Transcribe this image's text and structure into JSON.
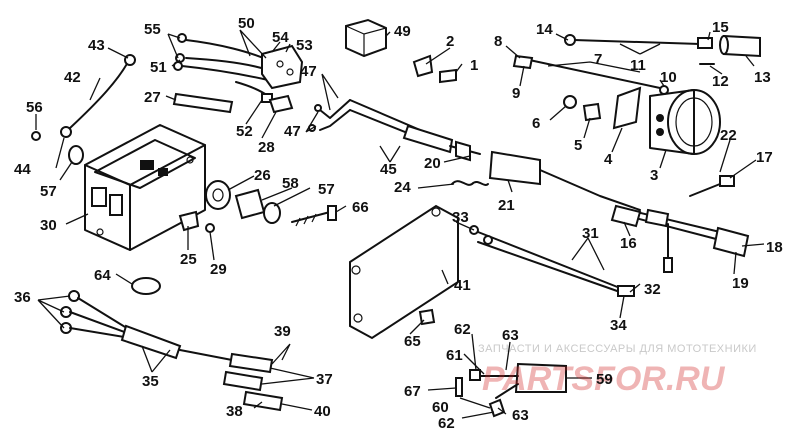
{
  "watermark": {
    "tagline": "ЗАПЧАСТИ И АКСЕССУАРЫ ДЛЯ МОТОТЕХНИКИ",
    "logo": "PARTSFOR.RU"
  },
  "labels": [
    {
      "id": "1",
      "text": "1"
    },
    {
      "id": "2",
      "text": "2"
    },
    {
      "id": "3",
      "text": "3"
    },
    {
      "id": "4",
      "text": "4"
    },
    {
      "id": "5",
      "text": "5"
    },
    {
      "id": "6",
      "text": "6"
    },
    {
      "id": "7",
      "text": "7"
    },
    {
      "id": "8",
      "text": "8"
    },
    {
      "id": "9",
      "text": "9"
    },
    {
      "id": "10",
      "text": "10"
    },
    {
      "id": "11",
      "text": "11"
    },
    {
      "id": "12",
      "text": "12"
    },
    {
      "id": "13",
      "text": "13"
    },
    {
      "id": "14",
      "text": "14"
    },
    {
      "id": "15",
      "text": "15"
    },
    {
      "id": "16",
      "text": "16"
    },
    {
      "id": "17",
      "text": "17"
    },
    {
      "id": "18",
      "text": "18"
    },
    {
      "id": "19",
      "text": "19"
    },
    {
      "id": "20",
      "text": "20"
    },
    {
      "id": "21",
      "text": "21"
    },
    {
      "id": "22",
      "text": "22"
    },
    {
      "id": "24",
      "text": "24"
    },
    {
      "id": "25",
      "text": "25"
    },
    {
      "id": "26",
      "text": "26"
    },
    {
      "id": "27",
      "text": "27"
    },
    {
      "id": "28",
      "text": "28"
    },
    {
      "id": "29",
      "text": "29"
    },
    {
      "id": "30",
      "text": "30"
    },
    {
      "id": "31",
      "text": "31"
    },
    {
      "id": "32",
      "text": "32"
    },
    {
      "id": "33",
      "text": "33"
    },
    {
      "id": "34",
      "text": "34"
    },
    {
      "id": "35",
      "text": "35"
    },
    {
      "id": "36",
      "text": "36"
    },
    {
      "id": "37",
      "text": "37"
    },
    {
      "id": "38",
      "text": "38"
    },
    {
      "id": "39",
      "text": "39"
    },
    {
      "id": "40",
      "text": "40"
    },
    {
      "id": "41",
      "text": "41"
    },
    {
      "id": "42",
      "text": "42"
    },
    {
      "id": "43",
      "text": "43"
    },
    {
      "id": "44",
      "text": "44"
    },
    {
      "id": "45",
      "text": "45"
    },
    {
      "id": "47a",
      "text": "47"
    },
    {
      "id": "47b",
      "text": "47"
    },
    {
      "id": "49",
      "text": "49"
    },
    {
      "id": "50",
      "text": "50"
    },
    {
      "id": "51",
      "text": "51"
    },
    {
      "id": "52",
      "text": "52"
    },
    {
      "id": "53",
      "text": "53"
    },
    {
      "id": "54",
      "text": "54"
    },
    {
      "id": "55",
      "text": "55"
    },
    {
      "id": "56",
      "text": "56"
    },
    {
      "id": "57a",
      "text": "57"
    },
    {
      "id": "57b",
      "text": "57"
    },
    {
      "id": "58",
      "text": "58"
    },
    {
      "id": "59",
      "text": "59"
    },
    {
      "id": "60",
      "text": "60"
    },
    {
      "id": "61",
      "text": "61"
    },
    {
      "id": "62a",
      "text": "62"
    },
    {
      "id": "62b",
      "text": "62"
    },
    {
      "id": "63a",
      "text": "63"
    },
    {
      "id": "63b",
      "text": "63"
    },
    {
      "id": "64",
      "text": "64"
    },
    {
      "id": "65",
      "text": "65"
    },
    {
      "id": "66",
      "text": "66"
    },
    {
      "id": "67",
      "text": "67"
    }
  ]
}
